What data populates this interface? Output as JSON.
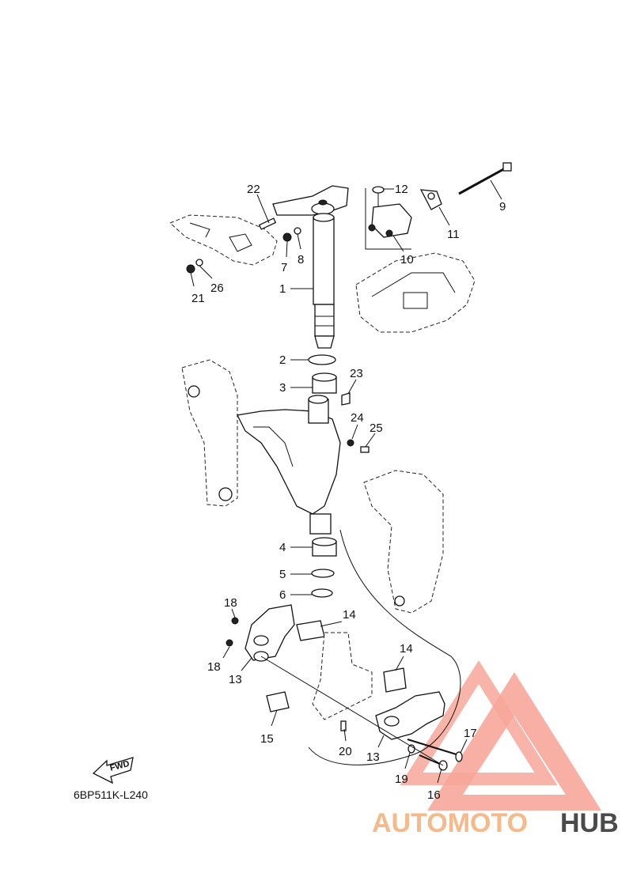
{
  "diagram_code": "6BP511K-L240",
  "fwd_label": "FWD",
  "watermark": {
    "part1": "AUTOMOTO",
    "part2": "HUB",
    "accent": "#f7a79a",
    "text_accent": "#f6b98a",
    "text_dark": "#4a4a4a"
  },
  "callouts": [
    {
      "id": "c1",
      "text": "1"
    },
    {
      "id": "c2",
      "text": "2"
    },
    {
      "id": "c3",
      "text": "3"
    },
    {
      "id": "c4",
      "text": "4"
    },
    {
      "id": "c5",
      "text": "5"
    },
    {
      "id": "c6",
      "text": "6"
    },
    {
      "id": "c7",
      "text": "7"
    },
    {
      "id": "c8",
      "text": "8"
    },
    {
      "id": "c9",
      "text": "9"
    },
    {
      "id": "c10",
      "text": "10"
    },
    {
      "id": "c11",
      "text": "11"
    },
    {
      "id": "c12",
      "text": "12"
    },
    {
      "id": "c13a",
      "text": "13"
    },
    {
      "id": "c13b",
      "text": "13"
    },
    {
      "id": "c14a",
      "text": "14"
    },
    {
      "id": "c14b",
      "text": "14"
    },
    {
      "id": "c15",
      "text": "15"
    },
    {
      "id": "c16",
      "text": "16"
    },
    {
      "id": "c17",
      "text": "17"
    },
    {
      "id": "c18a",
      "text": "18"
    },
    {
      "id": "c18b",
      "text": "18"
    },
    {
      "id": "c19",
      "text": "19"
    },
    {
      "id": "c20",
      "text": "20"
    },
    {
      "id": "c21",
      "text": "21"
    },
    {
      "id": "c22",
      "text": "22"
    },
    {
      "id": "c23",
      "text": "23"
    },
    {
      "id": "c24",
      "text": "24"
    },
    {
      "id": "c25",
      "text": "25"
    },
    {
      "id": "c26",
      "text": "26"
    }
  ]
}
